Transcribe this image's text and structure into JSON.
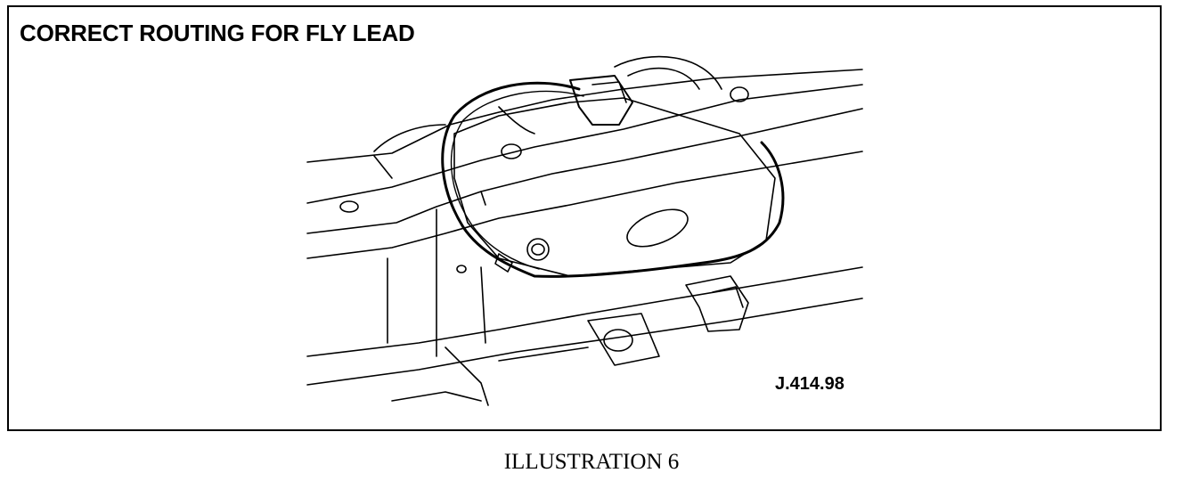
{
  "figure": {
    "title": "CORRECT ROUTING FOR FLY LEAD",
    "reference_code": "J.414.98",
    "caption": "ILLUSTRATION 6"
  }
}
